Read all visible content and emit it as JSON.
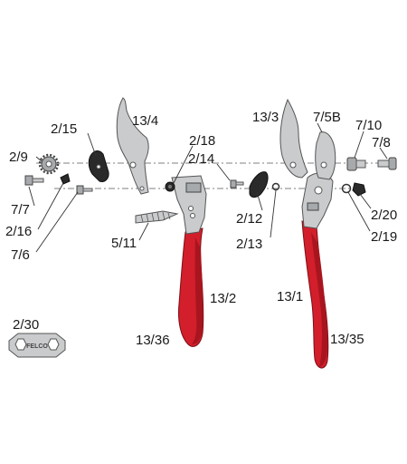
{
  "colors": {
    "handle_red": "#d21f2b",
    "steel_grey": "#c9cbcd",
    "black_parts": "#2a2a2a",
    "label_text": "#1a1a1a"
  },
  "labels": {
    "l_13_4": "13/4",
    "l_2_15": "2/15",
    "l_2_18": "2/18",
    "l_2_9": "2/9",
    "l_2_14": "2/14",
    "l_7_7": "7/7",
    "l_2_16": "2/16",
    "l_7_6": "7/6",
    "l_5_11": "5/11",
    "l_13_3": "13/3",
    "l_7_5b": "7/5B",
    "l_7_10": "7/10",
    "l_7_8": "7/8",
    "l_2_12": "2/12",
    "l_2_13": "2/13",
    "l_2_20": "2/20",
    "l_2_19": "2/19",
    "l_13_2": "13/2",
    "l_13_1": "13/1",
    "l_13_36": "13/36",
    "l_13_35": "13/35",
    "l_2_30": "2/30"
  },
  "wrench_logo_text": "FELCO"
}
